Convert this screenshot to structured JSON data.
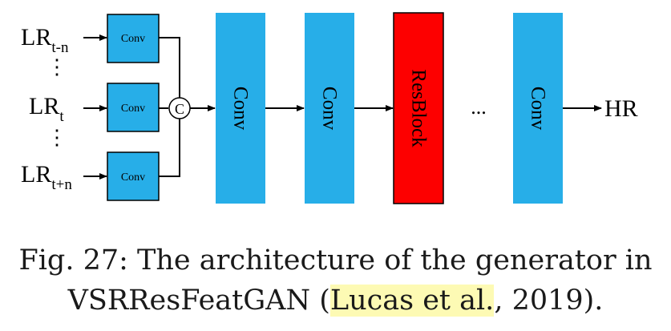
{
  "diagram": {
    "inputs": [
      {
        "base": "LR",
        "sub": "t-n"
      },
      {
        "base": "LR",
        "sub": "t"
      },
      {
        "base": "LR",
        "sub": "t+n"
      }
    ],
    "vdots": "⋮",
    "small_conv_label": "Conv",
    "concat_symbol": "C",
    "big_blocks": [
      "Conv",
      "Conv",
      "ResBlock",
      "Conv"
    ],
    "ellipsis": "...",
    "output": "HR",
    "colors": {
      "conv_fill": "#27aee8",
      "resblock_fill": "#fd0000",
      "stroke": "#000000"
    }
  },
  "caption": {
    "line1": "Fig. 27: The architecture of the generator in",
    "line2_pre": "VSRResFeatGAN (",
    "line2_cite": "Lucas et al.",
    "line2_post": ", 2019)."
  }
}
